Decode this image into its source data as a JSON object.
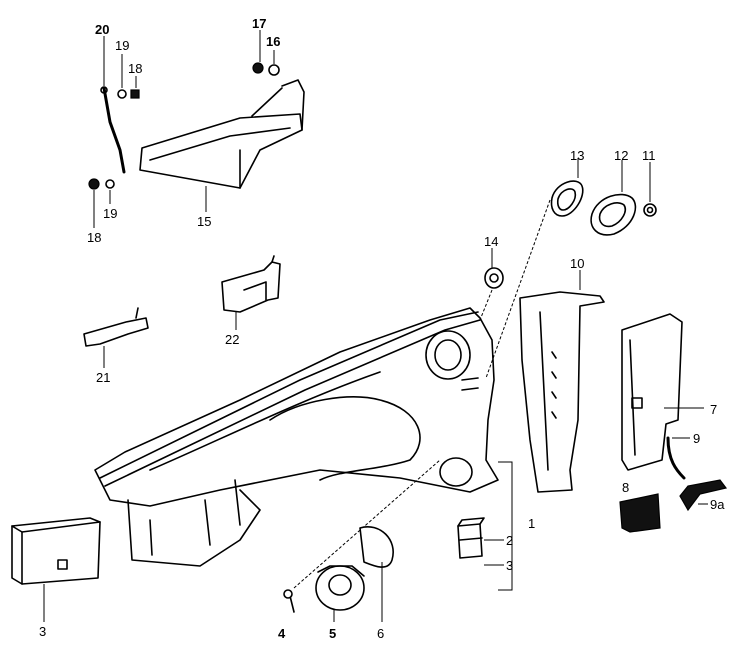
{
  "callouts": {
    "c1": "1",
    "c2": "2",
    "c3a": "3",
    "c3b": "3",
    "c4": "4",
    "c5": "5",
    "c6": "6",
    "c7": "7",
    "c8": "8",
    "c9": "9",
    "c9a": "9a",
    "c10": "10",
    "c11": "11",
    "c12": "12",
    "c13": "13",
    "c14": "14",
    "c15": "15",
    "c16": "16",
    "c17": "17",
    "c18a": "18",
    "c18b": "18",
    "c19a": "19",
    "c19b": "19",
    "c20": "20",
    "c21": "21",
    "c22": "22"
  }
}
